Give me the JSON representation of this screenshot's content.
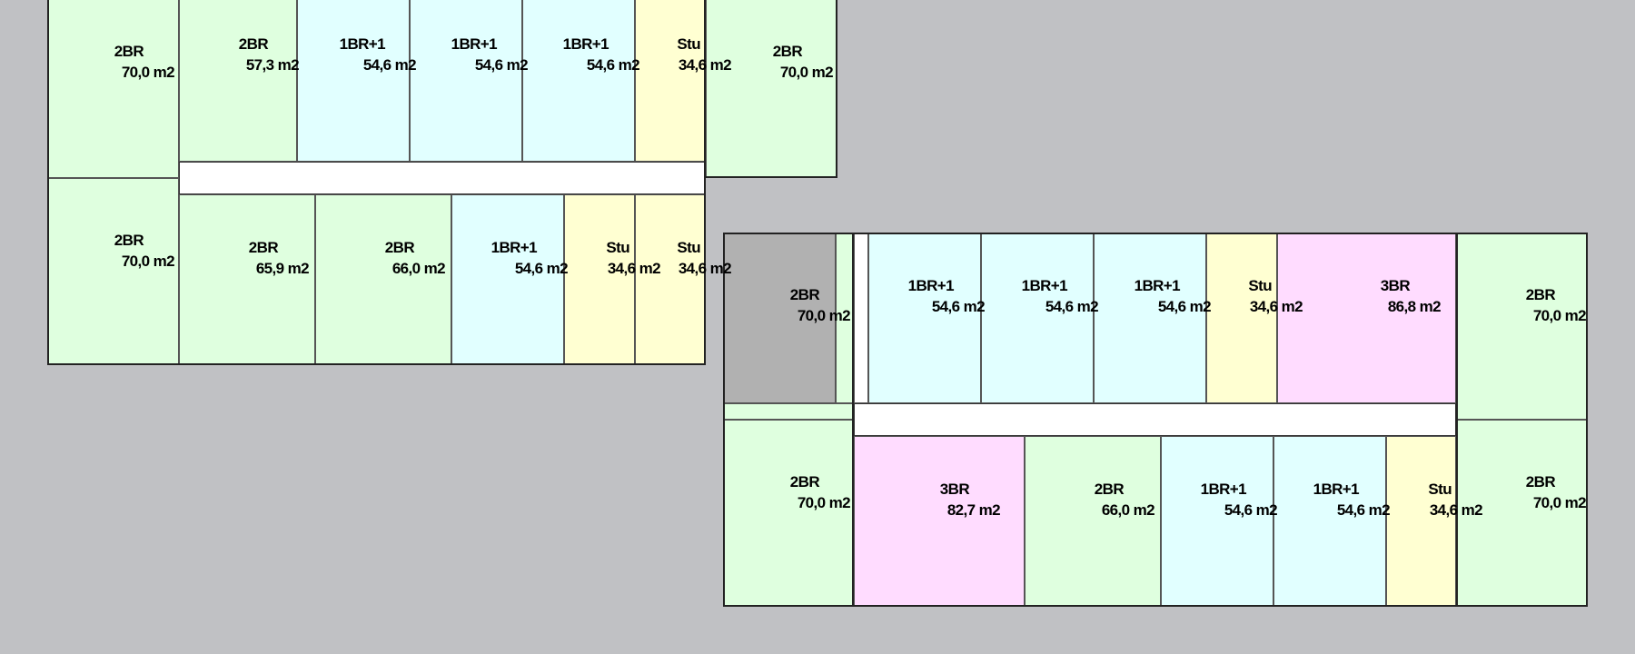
{
  "colors": {
    "2BR": "#dfffdf",
    "1BR+1": "#e1ffff",
    "Stu": "#ffffd2",
    "3BR": "#ffdcff",
    "service": "#b1b1b1",
    "corridor": "#ffffff",
    "background": "#c0c1c4"
  },
  "units": [
    {
      "type": "2BR",
      "area": "70,0 m2"
    },
    {
      "type": "2BR",
      "area": "57,3 m2"
    },
    {
      "type": "1BR+1",
      "area": "54,6 m2"
    },
    {
      "type": "1BR+1",
      "area": "54,6 m2"
    },
    {
      "type": "1BR+1",
      "area": "54,6 m2"
    },
    {
      "type": "Stu",
      "area": "34,6 m2"
    },
    {
      "type": "2BR",
      "area": "70,0 m2"
    },
    {
      "type": "2BR",
      "area": "70,0 m2"
    },
    {
      "type": "2BR",
      "area": "65,9 m2"
    },
    {
      "type": "2BR",
      "area": "66,0 m2"
    },
    {
      "type": "1BR+1",
      "area": "54,6 m2"
    },
    {
      "type": "Stu",
      "area": "34,6 m2"
    },
    {
      "type": "Stu",
      "area": "34,6 m2"
    },
    {
      "type": "2BR",
      "area": "70,0 m2"
    },
    {
      "type": "1BR+1",
      "area": "54,6 m2"
    },
    {
      "type": "1BR+1",
      "area": "54,6 m2"
    },
    {
      "type": "1BR+1",
      "area": "54,6 m2"
    },
    {
      "type": "Stu",
      "area": "34,6 m2"
    },
    {
      "type": "3BR",
      "area": "86,8 m2"
    },
    {
      "type": "2BR",
      "area": "70,0 m2"
    },
    {
      "type": "2BR",
      "area": "70,0 m2"
    },
    {
      "type": "3BR",
      "area": "82,7 m2"
    },
    {
      "type": "2BR",
      "area": "66,0 m2"
    },
    {
      "type": "1BR+1",
      "area": "54,6 m2"
    },
    {
      "type": "1BR+1",
      "area": "54,6 m2"
    },
    {
      "type": "Stu",
      "area": "34,6 m2"
    },
    {
      "type": "2BR",
      "area": "70,0 m2"
    }
  ]
}
